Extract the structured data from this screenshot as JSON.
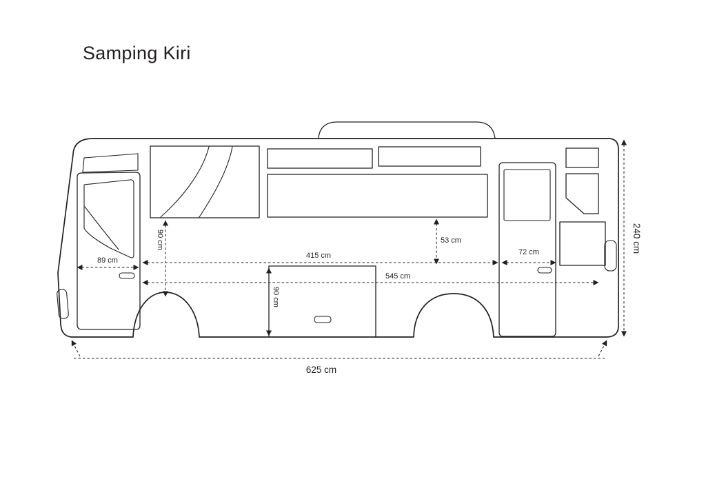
{
  "title": "Samping Kiri",
  "dimensions": {
    "front_door_width": "89 cm",
    "front_panel_height": "90 cm",
    "window_band_length": "415 cm",
    "window_drop_height": "53 cm",
    "rear_door_width": "72 cm",
    "body_panel_length": "545 cm",
    "skirt_panel_height": "90 cm",
    "overall_length": "625 cm",
    "overall_height": "240 cm"
  }
}
